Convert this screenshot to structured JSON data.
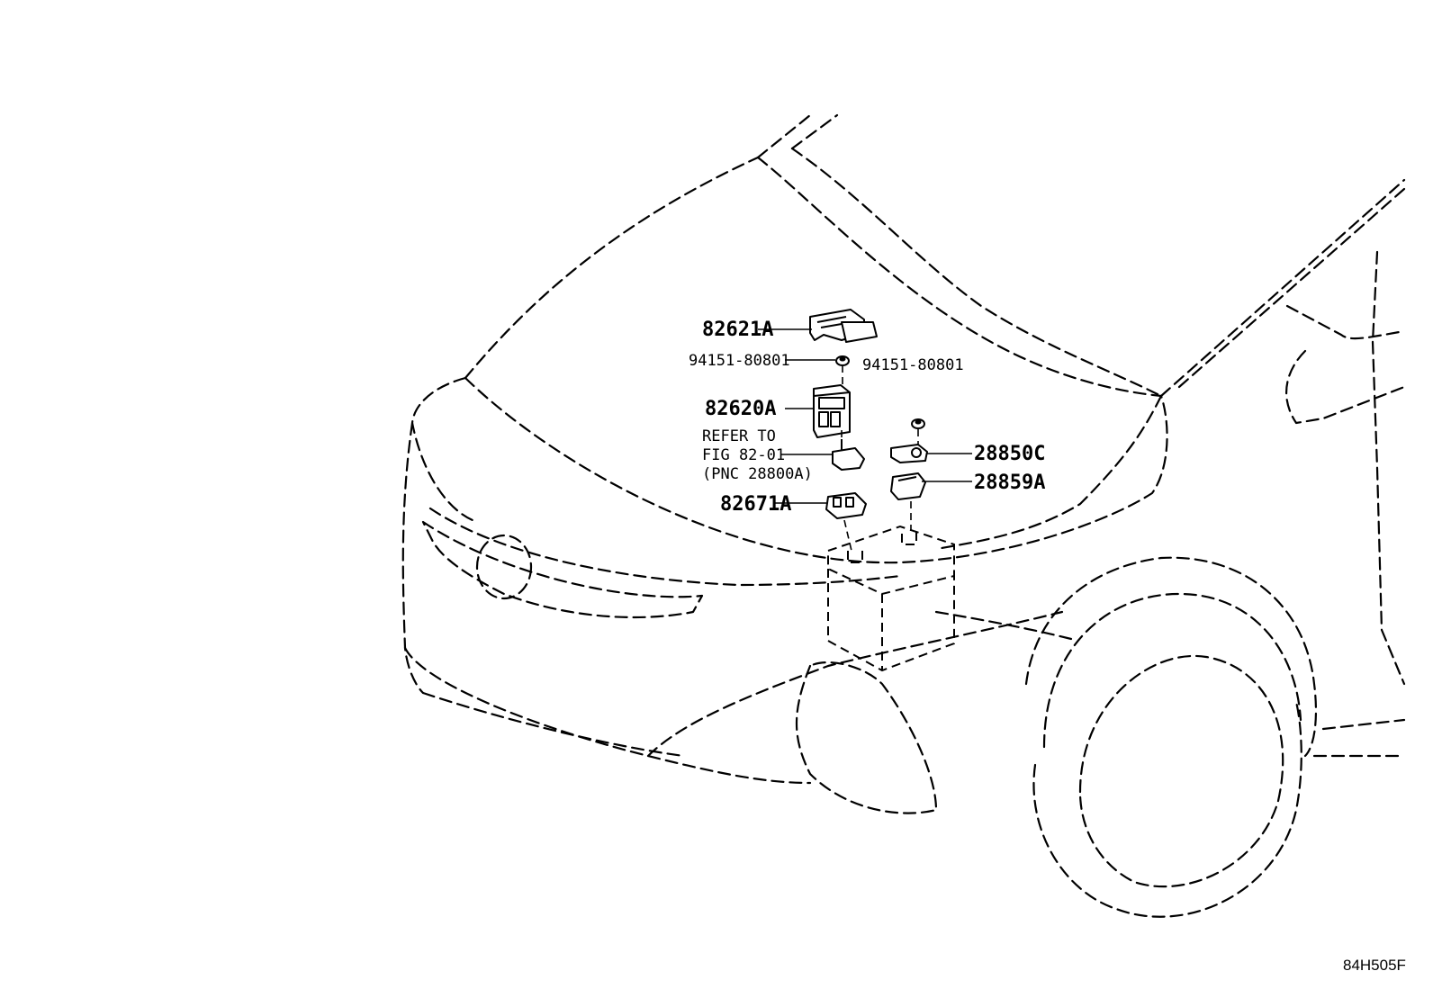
{
  "callouts": {
    "c82621A": "82621A",
    "c94151_left": "94151-80801",
    "c94151_right": "94151-80801",
    "c82620A": "82620A",
    "refer_line1": "REFER TO",
    "refer_line2": "FIG 82-01",
    "refer_line3": "(PNC 28800A)",
    "c82671A": "82671A",
    "c28850C": "28850C",
    "c28859A": "28859A"
  },
  "diagram_code": "84H505F"
}
